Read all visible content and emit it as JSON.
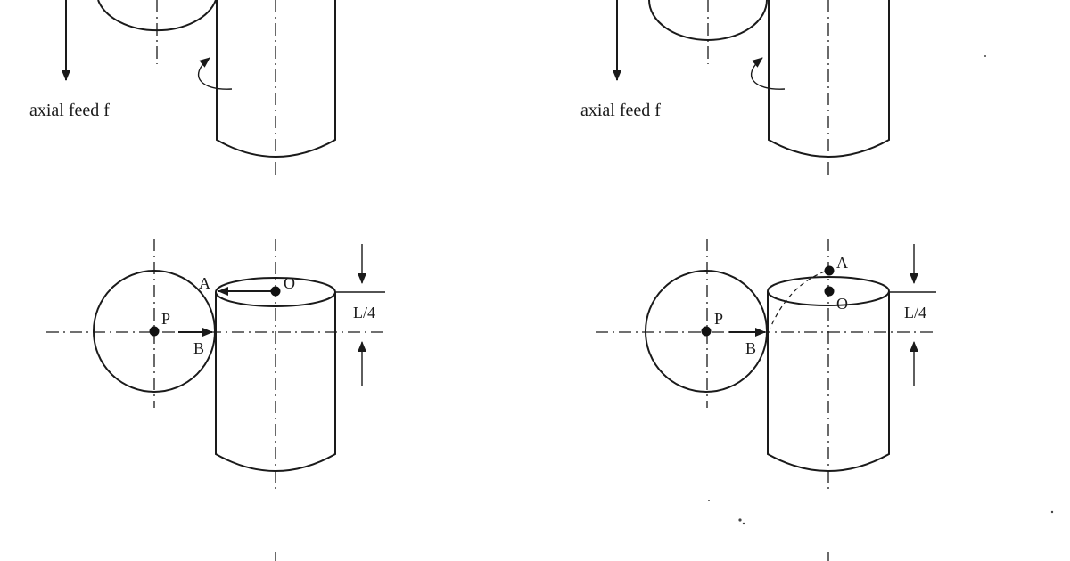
{
  "panels": {
    "top_left": {
      "caption": "axial feed f"
    },
    "top_right": {
      "caption": "axial feed f"
    },
    "bottom_left": {
      "point_p": "P",
      "point_a": "A",
      "point_o": "O",
      "point_b": "B",
      "dimension": "L/4"
    },
    "bottom_right": {
      "point_p": "P",
      "point_a": "A",
      "point_o": "O",
      "point_b": "B",
      "dimension": "L/4"
    }
  },
  "colors": {
    "ink": "#1a1a1a",
    "background": "#ffffff"
  }
}
